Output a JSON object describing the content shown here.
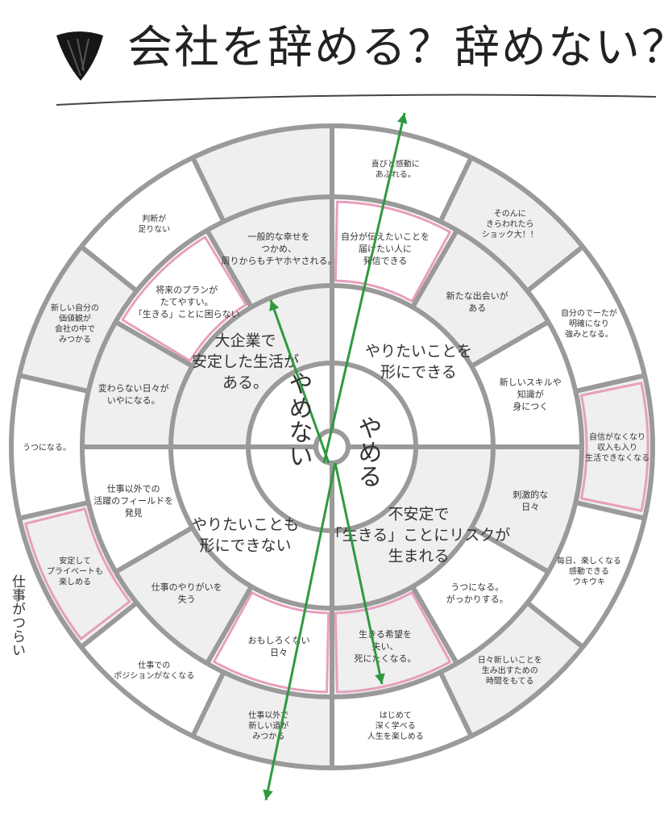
{
  "title": "会社を辞める？辞めない？",
  "center": {
    "quit": "やめる",
    "stay": "やめない"
  },
  "side_note": "仕事がつらい",
  "colors": {
    "ring": "#9a9a9a",
    "shade": "#efefef",
    "pink": "#e79fbe",
    "arrow": "#2e9a3f",
    "ink": "#333333"
  },
  "inner_ring": [
    {
      "lines": [
        "やりたいことを",
        "形にできる"
      ]
    },
    {
      "lines": [
        "不安定で",
        "「生きる」ことにリスクが",
        "生まれる"
      ]
    },
    {
      "lines": [
        "やりたいことも",
        "形にできない"
      ]
    },
    {
      "lines": [
        "大企業で",
        "安定した生活が",
        "ある。"
      ]
    }
  ],
  "middle_ring": [
    {
      "lines": [
        "自分が伝えたいことを",
        "届けたい人に",
        "発信できる"
      ],
      "highlight": true
    },
    {
      "lines": [
        "新たな出会いが",
        "ある"
      ],
      "highlight": false
    },
    {
      "lines": [
        "新しいスキルや",
        "知識が",
        "身につく"
      ],
      "highlight": false
    },
    {
      "lines": [
        "刺激的な",
        "日々"
      ],
      "highlight": false
    },
    {
      "lines": [
        "うつになる。",
        "がっかりする。"
      ],
      "highlight": false
    },
    {
      "lines": [
        "生きる希望を",
        "失い、",
        "死にたくなる。"
      ],
      "highlight": true
    },
    {
      "lines": [
        "おもしろくない",
        "日々"
      ],
      "highlight": true
    },
    {
      "lines": [
        "仕事のやりがいを",
        "失う"
      ],
      "highlight": false
    },
    {
      "lines": [
        "仕事以外での",
        "活躍のフィールドを",
        "発見"
      ],
      "highlight": false
    },
    {
      "lines": [
        "変わらない日々が",
        "いやになる。"
      ],
      "highlight": false
    },
    {
      "lines": [
        "将来のプランが",
        "たてやすい。",
        "「生きる」ことに困らない"
      ],
      "highlight": true
    },
    {
      "lines": [
        "一般的な幸せを",
        "つかめ、",
        "周りからもチヤホヤされる。"
      ],
      "highlight": false
    }
  ],
  "outer_ring": [
    {
      "lines": [
        "喜びと感動に",
        "あふれる。"
      ],
      "highlight": false
    },
    {
      "lines": [
        "そのんに",
        "きらわれたら",
        "ショック大！！"
      ],
      "highlight": false
    },
    {
      "lines": [
        "自分のでーたが",
        "明確になり",
        "強みとなる。"
      ],
      "highlight": false
    },
    {
      "lines": [
        "自信がなくなり",
        "収入も入り",
        "生活できなくなる"
      ],
      "highlight": true
    },
    {
      "lines": [
        "毎日、楽しくなる",
        "感動できる",
        "ウキウキ"
      ],
      "highlight": false
    },
    {
      "lines": [
        "日々新しいことを",
        "生み出すための",
        "時間をもてる"
      ],
      "highlight": false
    },
    {
      "lines": [
        "はじめて",
        "深く学べる",
        "人生を楽しめる"
      ],
      "highlight": false
    },
    {
      "lines": [
        "仕事以外で",
        "新しい道が",
        "みつかる"
      ],
      "highlight": false
    },
    {
      "lines": [
        "仕事での",
        "ポジションがなくなる"
      ],
      "highlight": false
    },
    {
      "lines": [
        "安定して",
        "プライベートも",
        "楽しめる"
      ],
      "highlight": true
    },
    {
      "lines": [
        "うつになる。"
      ],
      "highlight": false
    },
    {
      "lines": [
        "新しい自分の",
        "価値観が",
        "会社の中で",
        "みつかる"
      ],
      "highlight": false
    },
    {
      "lines": [
        "判断が",
        "足りない"
      ],
      "highlight": false
    },
    {
      "lines": [],
      "highlight": false
    }
  ]
}
